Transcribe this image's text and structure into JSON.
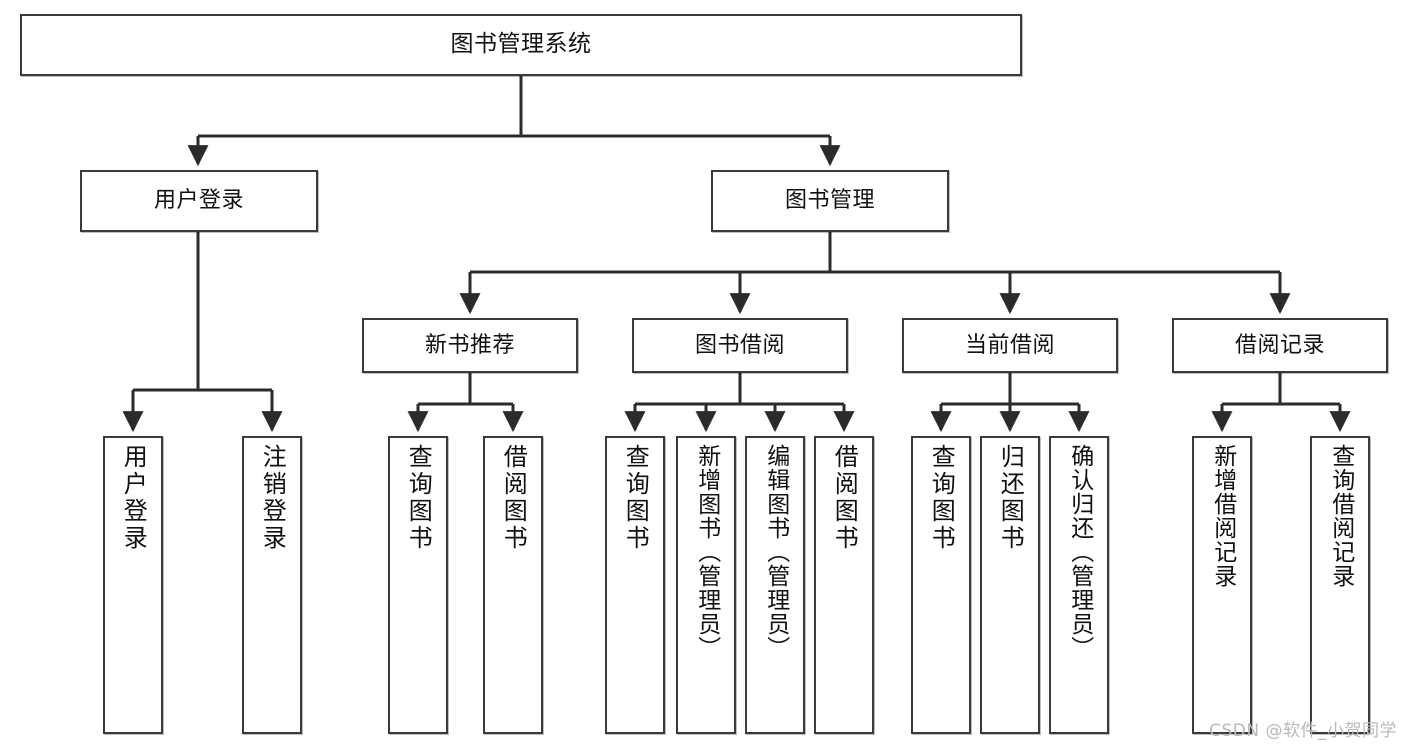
{
  "diagram": {
    "title": "图书管理系统",
    "type": "tree-hierarchy",
    "watermark": "CSDN @软件_小贺同学",
    "colors": {
      "node_border": "#3a3a3a",
      "node_fill": "#ffffff",
      "edge": "#2b2b2b",
      "text": "#111111",
      "watermark": "#b9b9b9",
      "background": "#ffffff"
    },
    "nodes": {
      "root": {
        "label": "图书管理系统"
      },
      "level2": [
        {
          "id": "user-login",
          "label": "用户登录"
        },
        {
          "id": "book-manage",
          "label": "图书管理"
        }
      ],
      "level3": [
        {
          "id": "new-book-rec",
          "label": "新书推荐"
        },
        {
          "id": "book-borrow",
          "label": "图书借阅"
        },
        {
          "id": "current-borrow",
          "label": "当前借阅"
        },
        {
          "id": "borrow-record",
          "label": "借阅记录"
        }
      ],
      "leaves": {
        "user-login": [
          {
            "id": "leaf-user-login",
            "label": "用户登录"
          },
          {
            "id": "leaf-logout",
            "label": "注销登录"
          }
        ],
        "new-book-rec": [
          {
            "id": "leaf-query-book-1",
            "label": "查询图书"
          },
          {
            "id": "leaf-borrow-book-1",
            "label": "借阅图书"
          }
        ],
        "book-borrow": [
          {
            "id": "leaf-query-book-2",
            "label": "查询图书"
          },
          {
            "id": "leaf-add-book",
            "label": "新增图书（管理员）"
          },
          {
            "id": "leaf-edit-book",
            "label": "编辑图书（管理员）"
          },
          {
            "id": "leaf-borrow-book-2",
            "label": "借阅图书"
          }
        ],
        "current-borrow": [
          {
            "id": "leaf-query-book-3",
            "label": "查询图书"
          },
          {
            "id": "leaf-return-book",
            "label": "归还图书"
          },
          {
            "id": "leaf-confirm-return",
            "label": "确认归还（管理员）"
          }
        ],
        "borrow-record": [
          {
            "id": "leaf-add-record",
            "label": "新增借阅记录"
          },
          {
            "id": "leaf-query-record",
            "label": "查询借阅记录"
          }
        ]
      }
    }
  }
}
